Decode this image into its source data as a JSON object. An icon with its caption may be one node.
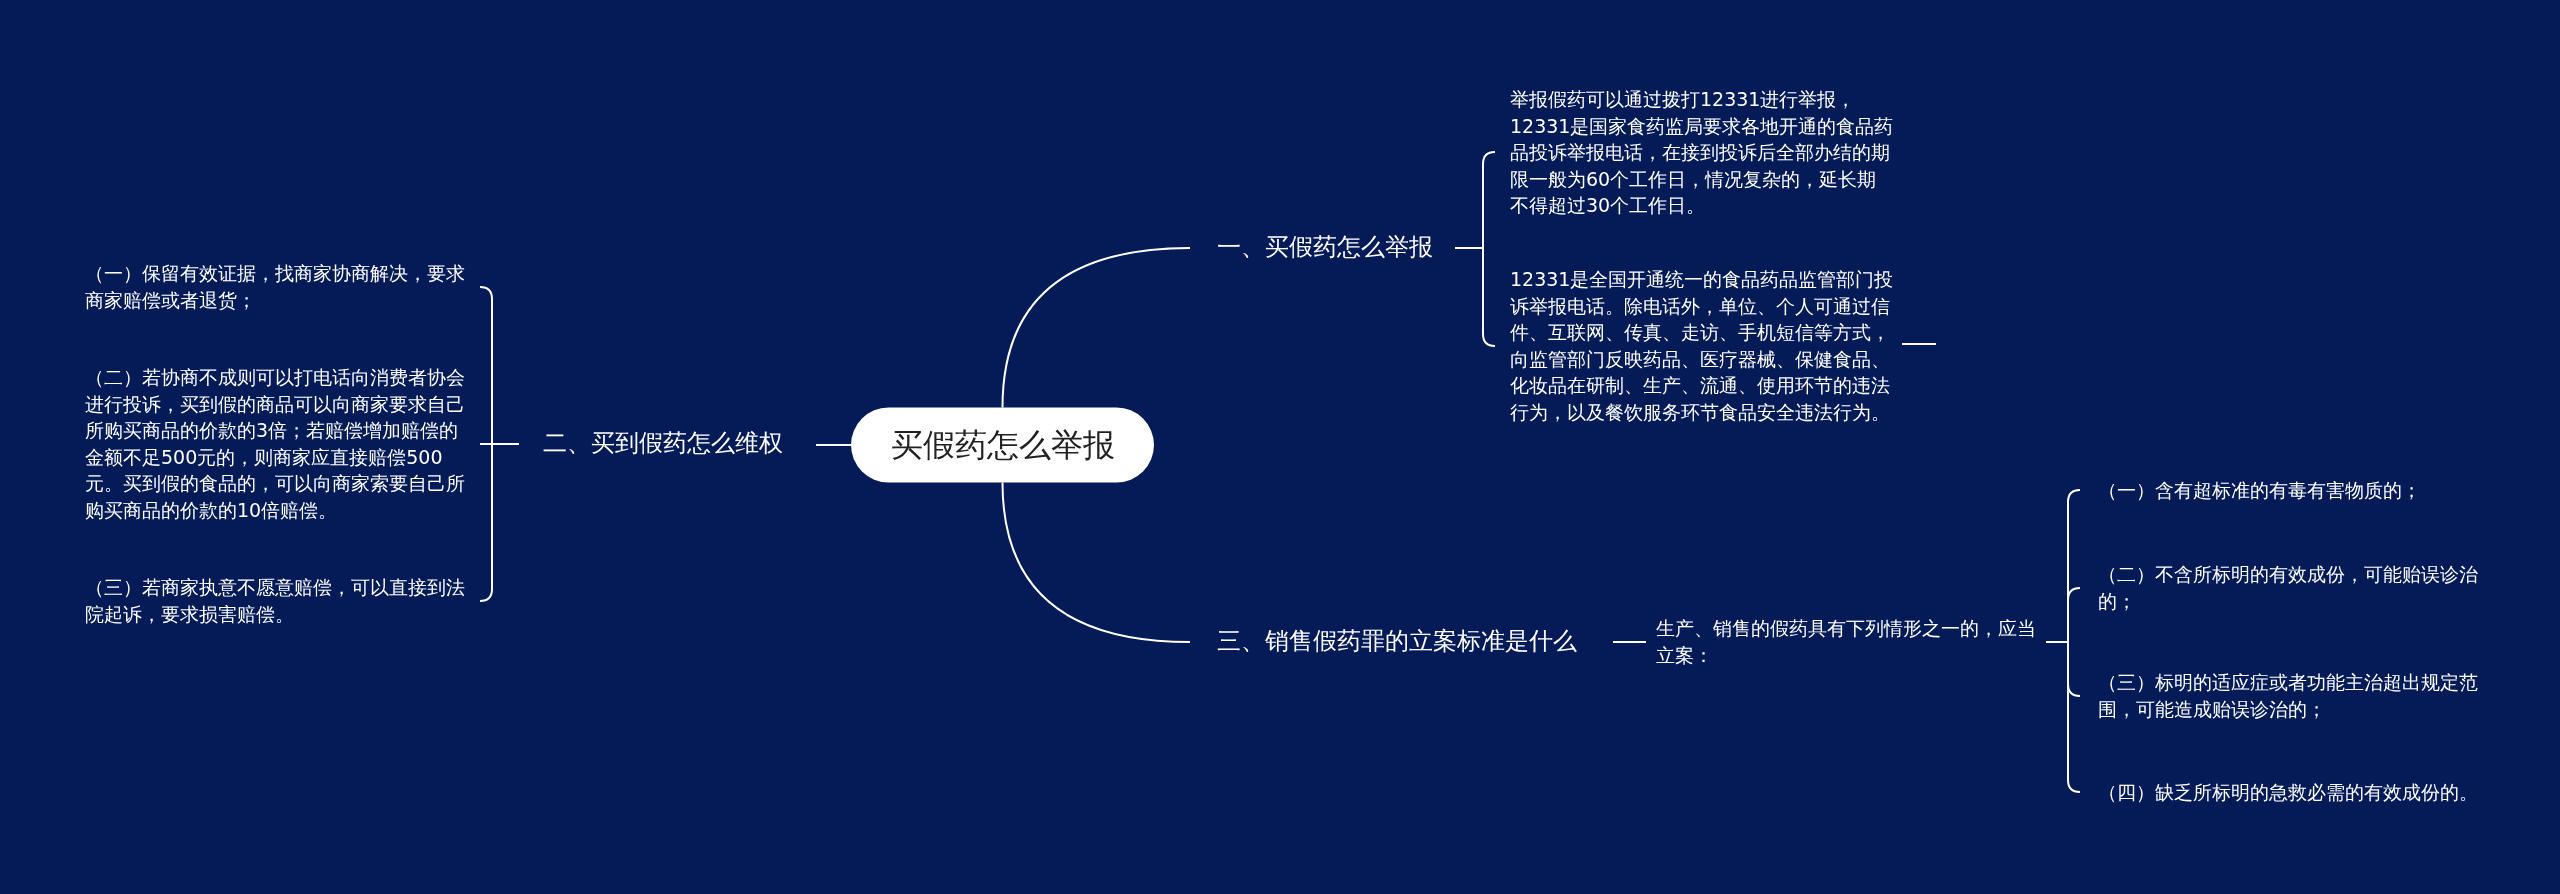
{
  "diagram": {
    "nodes": [
      {
        "text": [
          "买假药怎么举报"
        ]
      },
      {
        "text": [
          "一、买假药怎么举报"
        ]
      },
      {
        "text": [
          "举报假药可以通过拨打12331进行举报，12331是国家食药监局要求各地开通的食品药品投诉举报电话，在接到投诉后全部办结的期限一般为60个工作日，情况复杂的，延长期不得超过30个工作日。"
        ]
      },
      {
        "text": [
          "12331是全国开通统一的食品药品监管部门投诉举报电话。除电话外，单位、个人可通过信件、互联网、传真、走访、手机短信等方式，向监管部门反映药品、医疗器械、保健食品、化妆品在研制、生产、流通、使用环节的违法行为，以及餐饮服务环节食品安全违法行为。"
        ]
      },
      {
        "text": [
          "二、买到假药怎么维权"
        ]
      },
      {
        "text": [
          "（一）保留有效证据，找商家协商解决，要求商家赔偿或者退货；"
        ]
      },
      {
        "text": [
          "（二）若协商不成则可以打电话向消费者协会进行投诉，买到假的商品可以向商家要求自己所购买商品的价款的3倍；若赔偿增加赔偿的金额不足500元的，则商家应直接赔偿500元。买到假的食品的，可以向商家索要自己所购买商品的价款的10倍赔偿。"
        ]
      },
      {
        "text": [
          "（三）若商家执意不愿意赔偿，可以直接到法院起诉，要求损害赔偿。"
        ]
      },
      {
        "text": [
          "三、销售假药罪的立案标准是什么"
        ]
      },
      {
        "text": [
          "生产、销售的假药具有下列情形之一的，应当立案："
        ]
      },
      {
        "text": [
          "（一）含有超标准的有毒有害物质的；"
        ]
      },
      {
        "text": [
          "（二）不含所标明的有效成份，可能贻误诊治的；"
        ]
      },
      {
        "text": [
          "（三）标明的适应症或者功能主治超出规定范围，可能造成贻误诊治的；"
        ]
      },
      {
        "text": [
          "（四）缺乏所标明的急救必需的有效成份的。"
        ]
      }
    ],
    "edges": [
      {
        "from": 0,
        "to": 1,
        "arrow": "none"
      },
      {
        "from": 1,
        "to": 2,
        "arrow": "none"
      },
      {
        "from": 1,
        "to": 3,
        "arrow": "none"
      },
      {
        "from": 0,
        "to": 4,
        "arrow": "none"
      },
      {
        "from": 4,
        "to": 5,
        "arrow": "none"
      },
      {
        "from": 4,
        "to": 6,
        "arrow": "none"
      },
      {
        "from": 4,
        "to": 7,
        "arrow": "none"
      },
      {
        "from": 0,
        "to": 8,
        "arrow": "none"
      },
      {
        "from": 8,
        "to": 9,
        "arrow": "none"
      },
      {
        "from": 9,
        "to": 10,
        "arrow": "none"
      },
      {
        "from": 9,
        "to": 11,
        "arrow": "none"
      },
      {
        "from": 9,
        "to": 12,
        "arrow": "none"
      },
      {
        "from": 9,
        "to": 13,
        "arrow": "none"
      }
    ]
  }
}
